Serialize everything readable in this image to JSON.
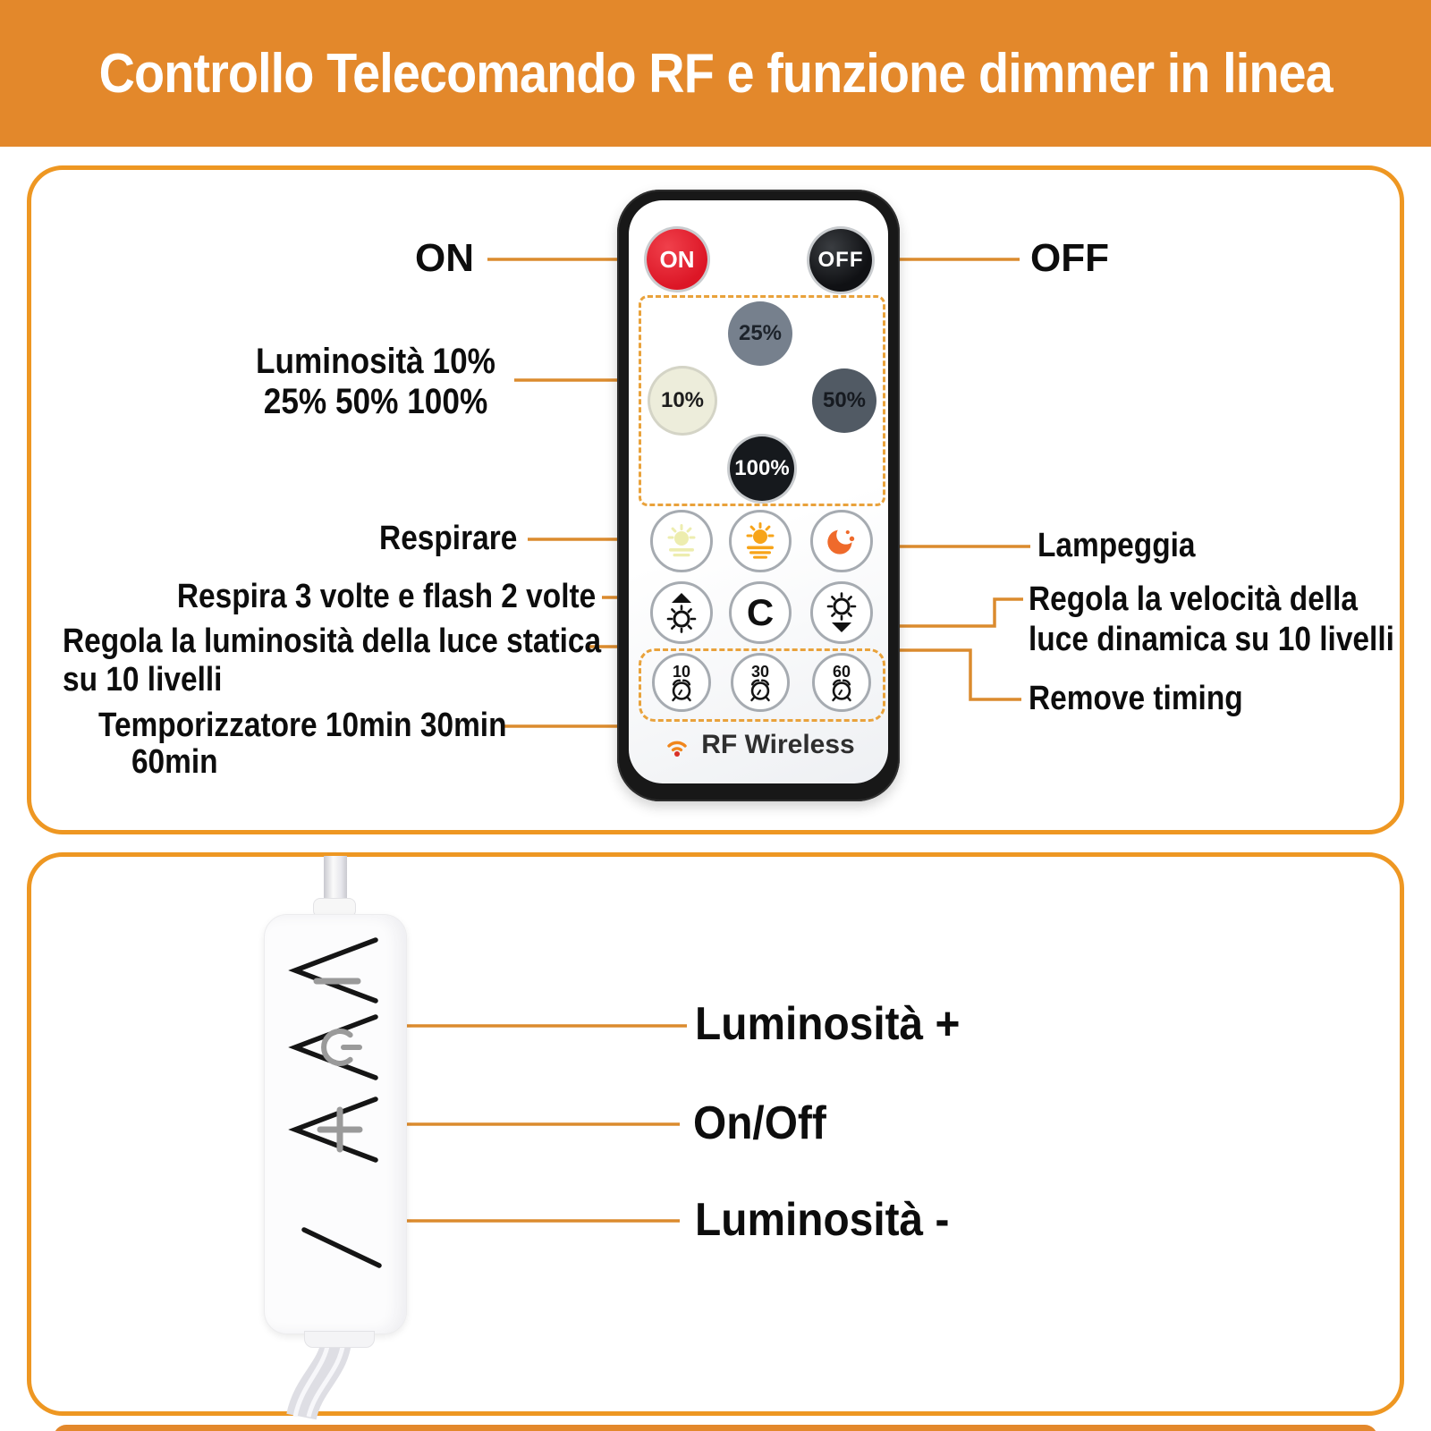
{
  "banner": {
    "title": "Controllo Telecomando RF e funzione dimmer in linea"
  },
  "remote": {
    "on_label": "ON",
    "off_label": "OFF",
    "brightness_buttons": [
      {
        "label": "25%"
      },
      {
        "label": "10%"
      },
      {
        "label": "50%"
      },
      {
        "label": "100%"
      }
    ],
    "clear_label": "C",
    "timer_buttons": [
      {
        "label": "10"
      },
      {
        "label": "30"
      },
      {
        "label": "60"
      }
    ],
    "brand": "RF Wireless"
  },
  "callouts": {
    "on": "ON",
    "off": "OFF",
    "brightness_line1": "Luminosità 10%",
    "brightness_line2": "25% 50% 100%",
    "breathe": "Respirare",
    "breathe_flash": "Respira 3 volte e flash 2 volte",
    "static_line1": "Regola la luminosità della luce statica",
    "static_line2": "su 10 livelli",
    "timer_line1": "Temporizzatore 10min 30min",
    "timer_line2": "60min",
    "flash": "Lampeggia",
    "speed_line1": "Regola la velocità della",
    "speed_line2": "luce dinamica su 10 livelli",
    "remove_timing": "Remove timing"
  },
  "dimmer": {
    "labels": {
      "plus": "Luminosità +",
      "onoff": "On/Off",
      "minus": "Luminosità -"
    }
  },
  "icons": {
    "mode_row": [
      "sun-pale-icon",
      "sunset-orange-icon",
      "moon-icon"
    ],
    "control_row": [
      "brightness-up-icon",
      "clear-letter-c",
      "brightness-down-icon"
    ],
    "timer_row": "alarm-clock-icon",
    "brand": "wifi-icon",
    "dimmer_buttons": [
      "minus-icon",
      "power-icon",
      "plus-icon"
    ]
  },
  "palette": {
    "banner_bg": "#E3882B",
    "panel_border": "#EE9722",
    "callout_line": "#DB8B2E",
    "dashed_box": "#E9A23B",
    "on_button_red": "#DC1626",
    "off_button_black": "#101114",
    "btn_25": "#76808D",
    "btn_10": "#EDEDDB",
    "btn_50": "#515A64",
    "btn_100": "#16191D",
    "sun_pale": "#EDEDAF",
    "sun_orange": "#F7A419",
    "moon_orange": "#EF6A2B",
    "wifi_orange": "#F0861C",
    "wifi_dot_red": "#D93025"
  }
}
